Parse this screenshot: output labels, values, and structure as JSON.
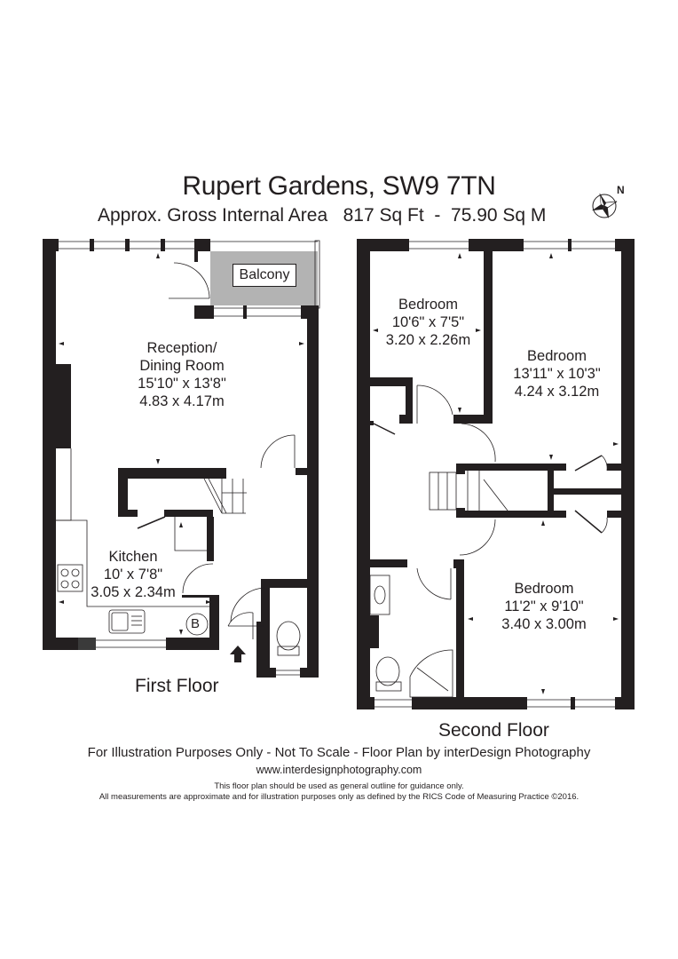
{
  "header": {
    "title": "Rupert Gardens, SW9 7TN",
    "area_label": "Approx. Gross Internal Area",
    "area_sqft": "817 Sq Ft",
    "separator": "-",
    "area_sqm": "75.90 Sq M",
    "subtitle_full": "Approx. Gross Internal Area   817 Sq Ft  -  75.90 Sq M"
  },
  "compass": {
    "icon": "compass-rose-icon",
    "label": "N"
  },
  "first_floor": {
    "label": "First Floor",
    "rooms": [
      {
        "name": "Reception/",
        "name2": "Dining Room",
        "imperial": "15'10\" x 13'8\"",
        "metric": "4.83 x 4.17m"
      },
      {
        "name": "Kitchen",
        "imperial": "10' x 7'8\"",
        "metric": "3.05 x 2.34m"
      },
      {
        "name": "Balcony"
      }
    ],
    "boiler_label": "B",
    "entrance_icon": "entrance-arrow-icon"
  },
  "second_floor": {
    "label": "Second Floor",
    "rooms": [
      {
        "name": "Bedroom",
        "imperial": "10'6\" x 7'5\"",
        "metric": "3.20 x 2.26m"
      },
      {
        "name": "Bedroom",
        "imperial": "13'11\" x 10'3\"",
        "metric": "4.24 x 3.12m"
      },
      {
        "name": "Bedroom",
        "imperial": "11'2\" x 9'10\"",
        "metric": "3.40 x 3.00m"
      }
    ]
  },
  "footer": {
    "disclaimer": "For Illustration Purposes Only - Not To Scale - Floor Plan by interDesign Photography",
    "website": "www.interdesignphotography.com",
    "note1": "This floor plan should be used as general outline for guidance only.",
    "note2": "All measurements are approximate and for illustration purposes only as defined by the RICS Code of Measuring Practice ©2016."
  },
  "colors": {
    "wall": "#231f20",
    "balcony_fill": "#b3b3b3",
    "background": "#ffffff"
  }
}
